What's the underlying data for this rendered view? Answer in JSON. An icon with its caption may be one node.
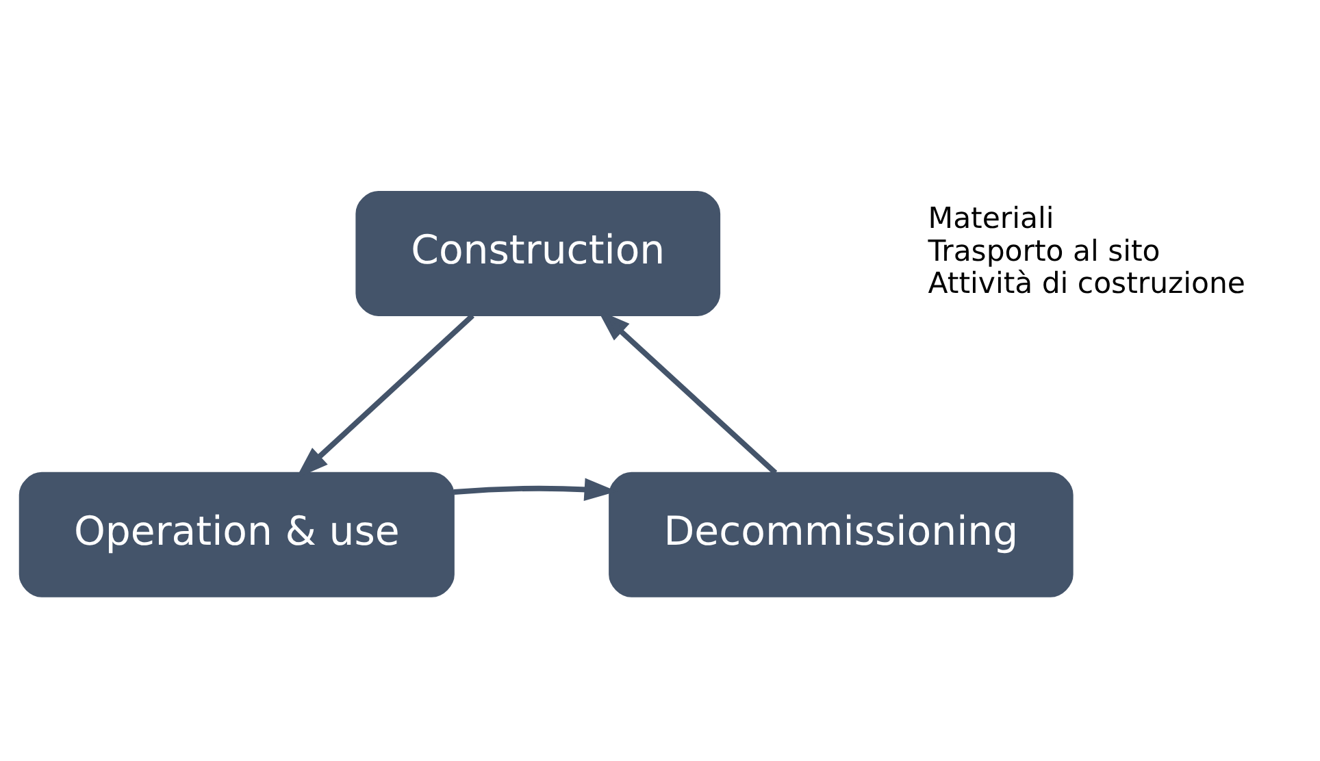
{
  "diagram": {
    "nodes": [
      {
        "text": [
          "Construction"
        ],
        "beside": [
          "Materiali",
          "Trasporto al sito",
          "Attività di costruzione"
        ]
      },
      {
        "text": [
          "Operation & use"
        ]
      },
      {
        "text": [
          "Decommissioning"
        ]
      }
    ],
    "edges": [
      {
        "from": 0,
        "to": 1,
        "arrow": "to"
      },
      {
        "from": 1,
        "to": 2,
        "arrow": "to"
      },
      {
        "from": 2,
        "to": 0,
        "arrow": "to"
      }
    ]
  }
}
